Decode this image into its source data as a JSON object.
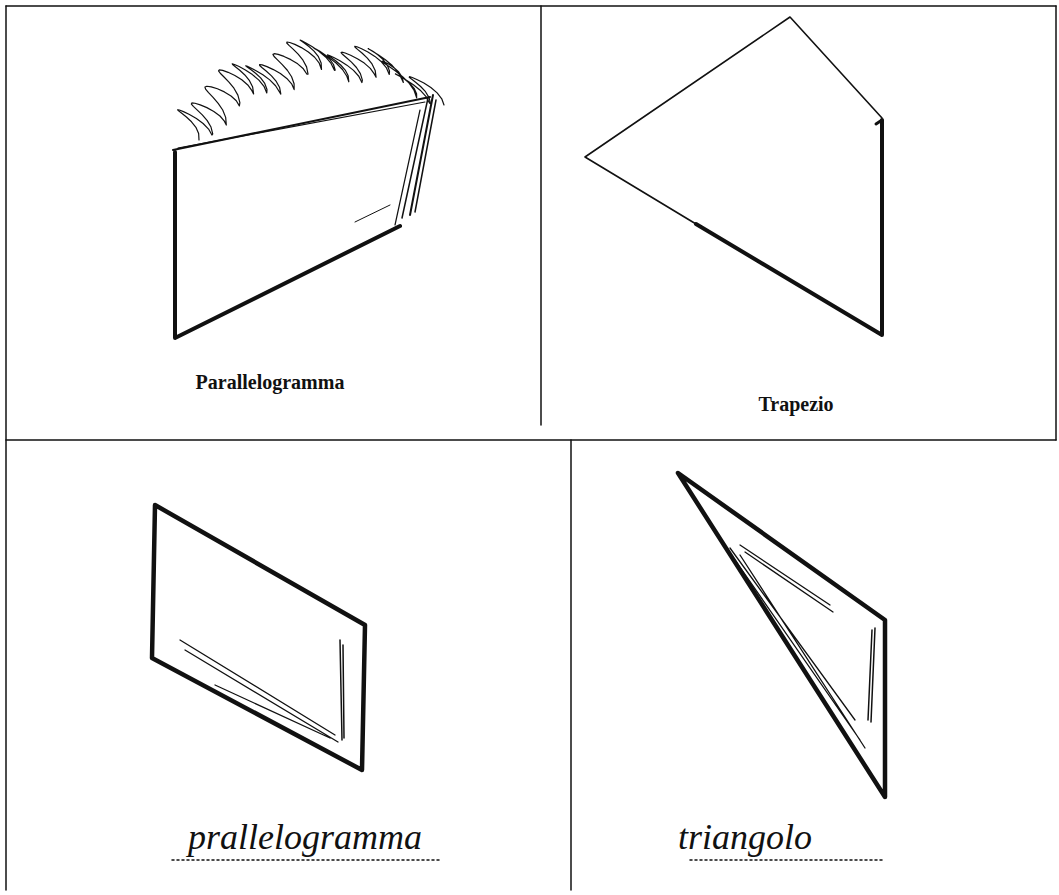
{
  "diagram": {
    "labels": [
      "Parallelogramma",
      "Trapezio",
      "prallelogramma",
      "triangolo"
    ]
  }
}
